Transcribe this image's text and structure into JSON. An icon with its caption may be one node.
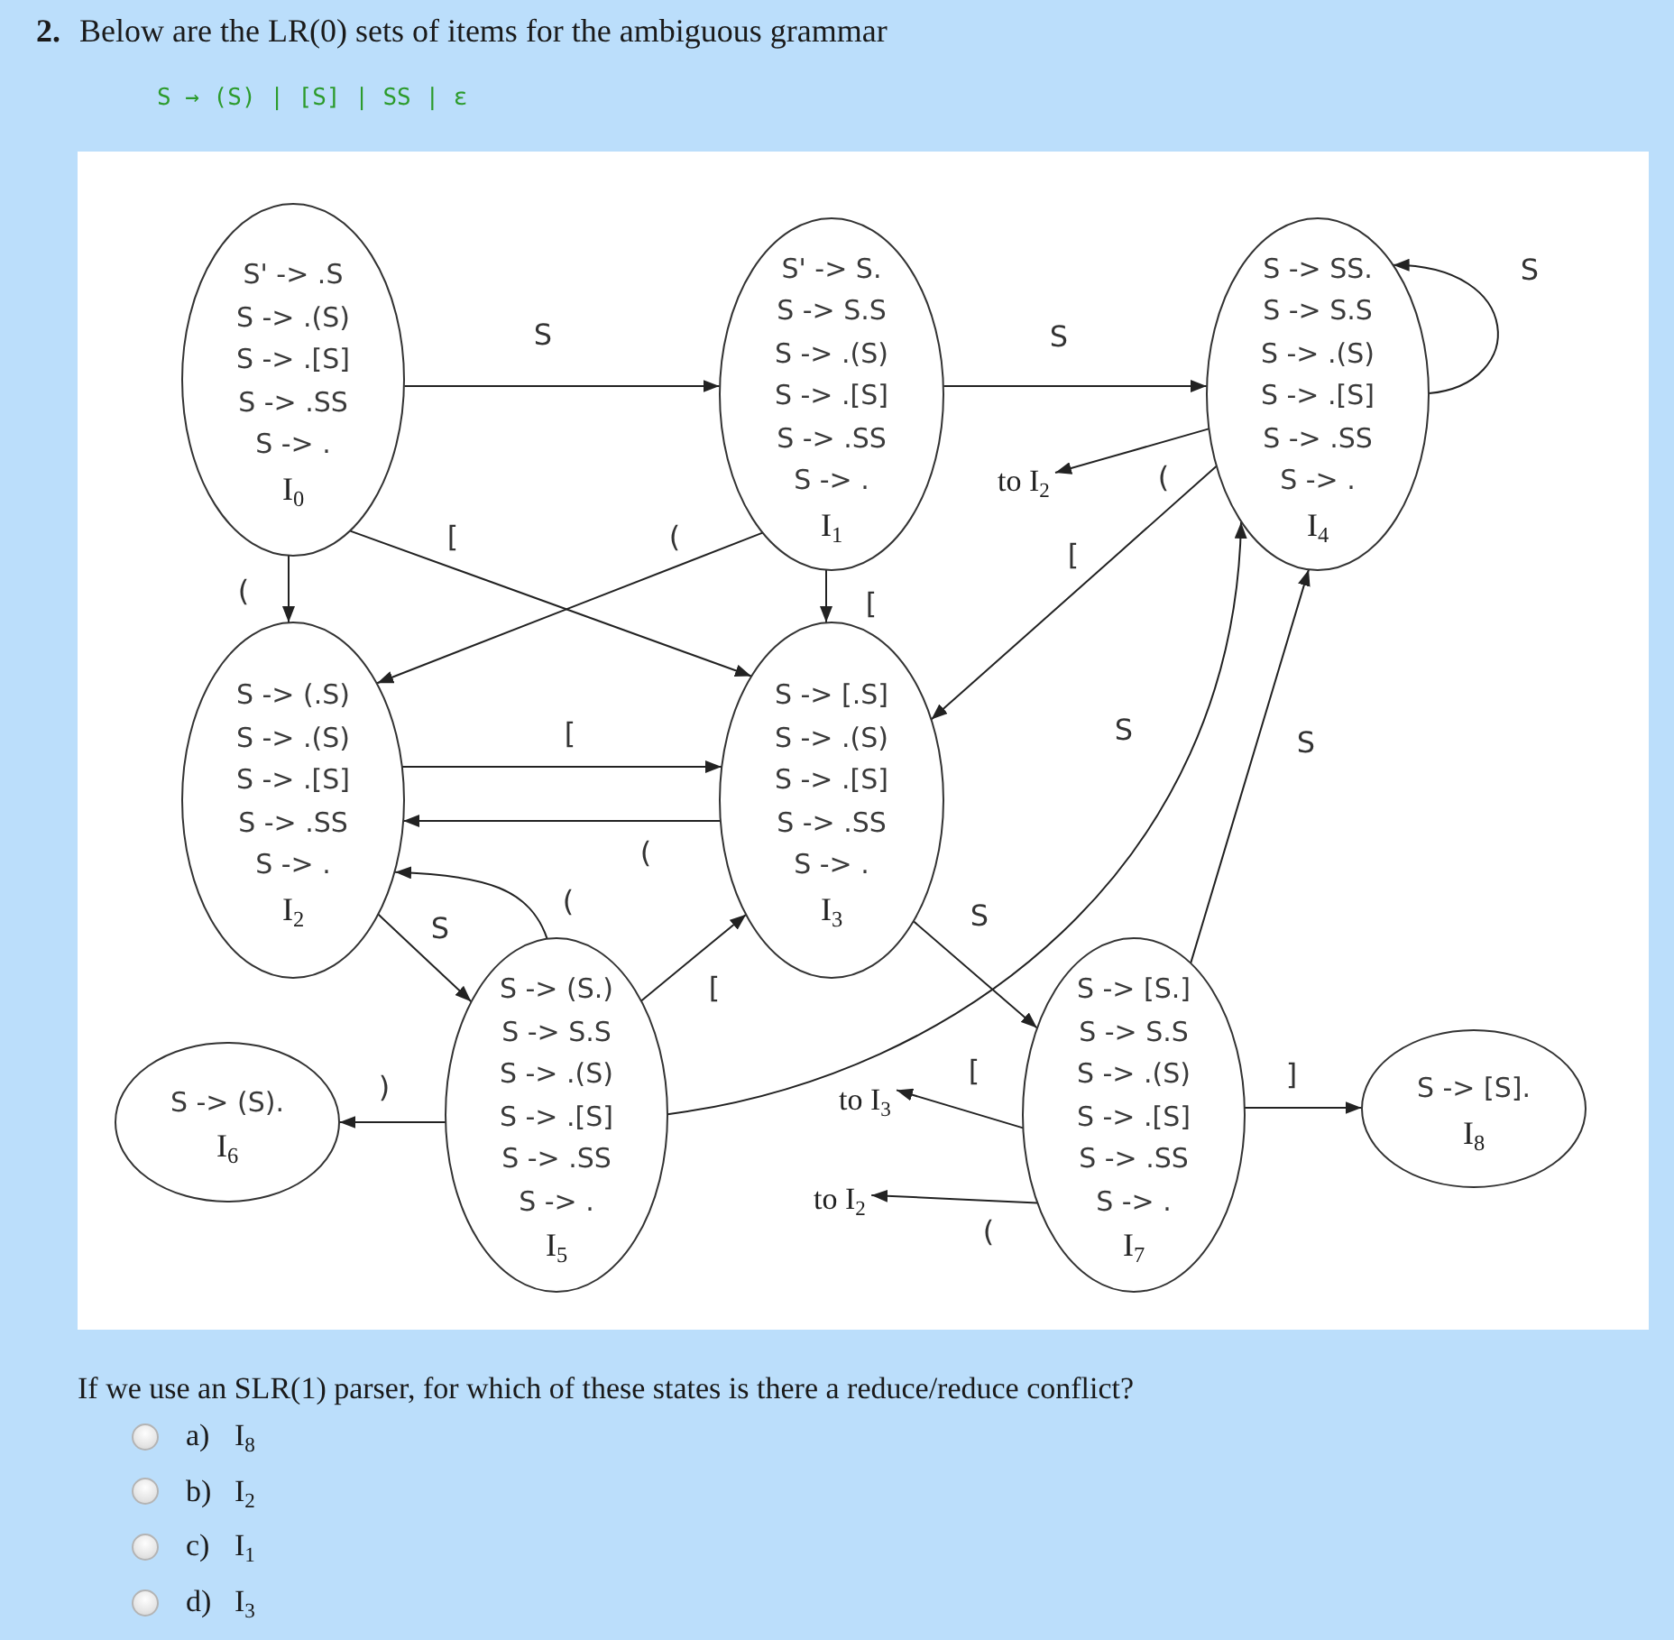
{
  "diagram": {
    "title": "**2.** Below are the LR(0) sets of items for the ambiguous grammar",
    "nodes": [
      {
        "text": [
          "S' -> .S",
          "S -> .(S)",
          "S -> .[S]",
          "S -> .SS",
          "S -> .",
          "I$_{0}$"
        ]
      },
      {
        "text": [
          "S' -> S.",
          "S -> S.S",
          "S -> .(S)",
          "S -> .[S]",
          "S -> .SS",
          "S -> .",
          "I$_{1}$"
        ]
      },
      {
        "text": [
          "S -> SS.",
          "S -> S.S",
          "S -> .(S)",
          "S -> .[S]",
          "S -> .SS",
          "S -> .",
          "I$_{4}$"
        ]
      },
      {
        "text": [
          "to I$_{2}$"
        ]
      },
      {
        "text": [
          "S -> (.S)",
          "S -> .(S)",
          "S -> .[S]",
          "S -> .SS",
          "S -> .",
          "I$_{2}$"
        ]
      },
      {
        "text": [
          "S -> [.S]",
          "S -> .(S)",
          "S -> .[S]",
          "S -> .SS",
          "S -> .",
          "I$_{3}$"
        ]
      },
      {
        "text": [
          "S -> (S.)",
          "S -> S.S",
          "S -> .(S)",
          "S -> .[S]",
          "S -> .SS",
          "S -> .",
          "I$_{5}$"
        ]
      },
      {
        "text": [
          "S -> (S).",
          "I$_{6}$"
        ]
      },
      {
        "text": [
          "to I$_{3}$"
        ]
      },
      {
        "text": [
          "S -> [S.]",
          "S -> S.S",
          "S -> .(S)",
          "S -> .[S]",
          "S -> .SS",
          "S -> .",
          "I$_{7}$"
        ]
      },
      {
        "text": [
          "S -> [S].",
          "I$_{8}$"
        ]
      },
      {
        "text": [
          "to I$_{2}$"
        ]
      }
    ],
    "edges": [
      {
        "from": 0,
        "to": 1,
        "label": "S",
        "arrow": "to"
      },
      {
        "from": 1,
        "to": 2,
        "label": "S",
        "arrow": "to"
      },
      {
        "from": 2,
        "to": 2,
        "label": "S",
        "arrow": "to"
      },
      {
        "from": 2,
        "to": 3,
        "label": "(",
        "arrow": "to"
      },
      {
        "from": 2,
        "to": 5,
        "label": "[",
        "arrow": "to"
      },
      {
        "from": 0,
        "to": 4,
        "label": "(",
        "arrow": "to"
      },
      {
        "from": 0,
        "to": 5,
        "label": "[",
        "arrow": "to"
      },
      {
        "from": 1,
        "to": 4,
        "label": "(",
        "arrow": "to"
      },
      {
        "from": 1,
        "to": 5,
        "label": "[",
        "arrow": "to"
      },
      {
        "from": 4,
        "to": 5,
        "label": "[",
        "arrow": "to"
      },
      {
        "from": 5,
        "to": 4,
        "label": "(",
        "arrow": "to"
      },
      {
        "from": 6,
        "to": 4,
        "label": "(",
        "arrow": "to"
      },
      {
        "from": 4,
        "to": 6,
        "label": "S",
        "arrow": "to"
      },
      {
        "from": 6,
        "to": 5,
        "label": "[",
        "arrow": "to"
      },
      {
        "from": 6,
        "to": 7,
        "label": ")",
        "arrow": "to"
      },
      {
        "from": 6,
        "to": 2,
        "label": "S",
        "arrow": "to"
      },
      {
        "from": 5,
        "to": 9,
        "label": "S",
        "arrow": "to"
      },
      {
        "from": 9,
        "to": 2,
        "label": "S",
        "arrow": "to"
      },
      {
        "from": 9,
        "to": 8,
        "label": "[",
        "arrow": "to"
      },
      {
        "from": 9,
        "to": 11,
        "label": "(",
        "arrow": "to"
      },
      {
        "from": 9,
        "to": 10,
        "label": "]",
        "arrow": "to"
      }
    ],
    "labels": [
      "S → (S) | [S] | SS | ε",
      "If we use an SLR(1) parser, for which of these states is there a reduce/reduce conflict?",
      "a)",
      "I$_{8}$",
      "b)",
      "I$_{2}$",
      "c)",
      "I$_{1}$",
      "d)",
      "I$_{3}$"
    ]
  }
}
